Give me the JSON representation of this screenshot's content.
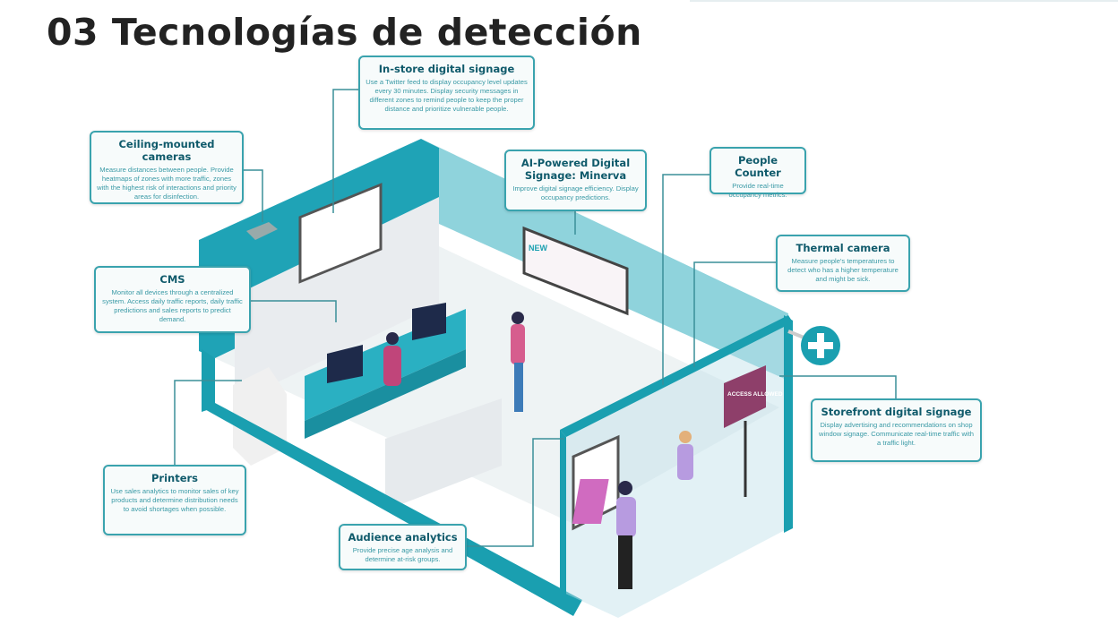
{
  "title": "03 Tecnologías de detección",
  "callouts": {
    "instore": {
      "title": "In-store digital signage",
      "text": "Use a Twitter feed to display occupancy level updates every 30 minutes. Display security messages in different zones to remind people to keep the proper distance and prioritize vulnerable people."
    },
    "ceiling": {
      "title": "Ceiling-mounted cameras",
      "text": "Measure distances between people. Provide heatmaps of zones with more traffic, zones with the highest risk of interactions and priority areas for disinfection."
    },
    "ai": {
      "title": "AI-Powered Digital Signage: Minerva",
      "text": "Improve digital signage efficiency. Display occupancy predictions."
    },
    "counter": {
      "title": "People Counter",
      "text": "Provide real-time occupancy metrics."
    },
    "thermal": {
      "title": "Thermal camera",
      "text": "Measure people's temperatures to detect who has a higher temperature and might be sick."
    },
    "cms": {
      "title": "CMS",
      "text": "Monitor all devices through a centralized system. Access daily traffic reports, daily traffic predictions and sales reports to predict demand."
    },
    "storefront": {
      "title": "Storefront digital signage",
      "text": "Display advertising and recommendations on shop window signage. Communicate real-time traffic with a traffic light."
    },
    "printers": {
      "title": "Printers",
      "text": "Use sales analytics to monitor sales of key products and determine distribution needs to avoid shortages when possible."
    },
    "audience": {
      "title": "Audience analytics",
      "text": "Provide precise age analysis and determine at-risk groups."
    }
  },
  "illustration": {
    "sign_new": "NEW",
    "sign_access": "ACCESS ALLOWED"
  },
  "colors": {
    "teal": "#1a9fb0",
    "light_teal": "#8fd3dc",
    "heading": "#0f5a6b"
  }
}
